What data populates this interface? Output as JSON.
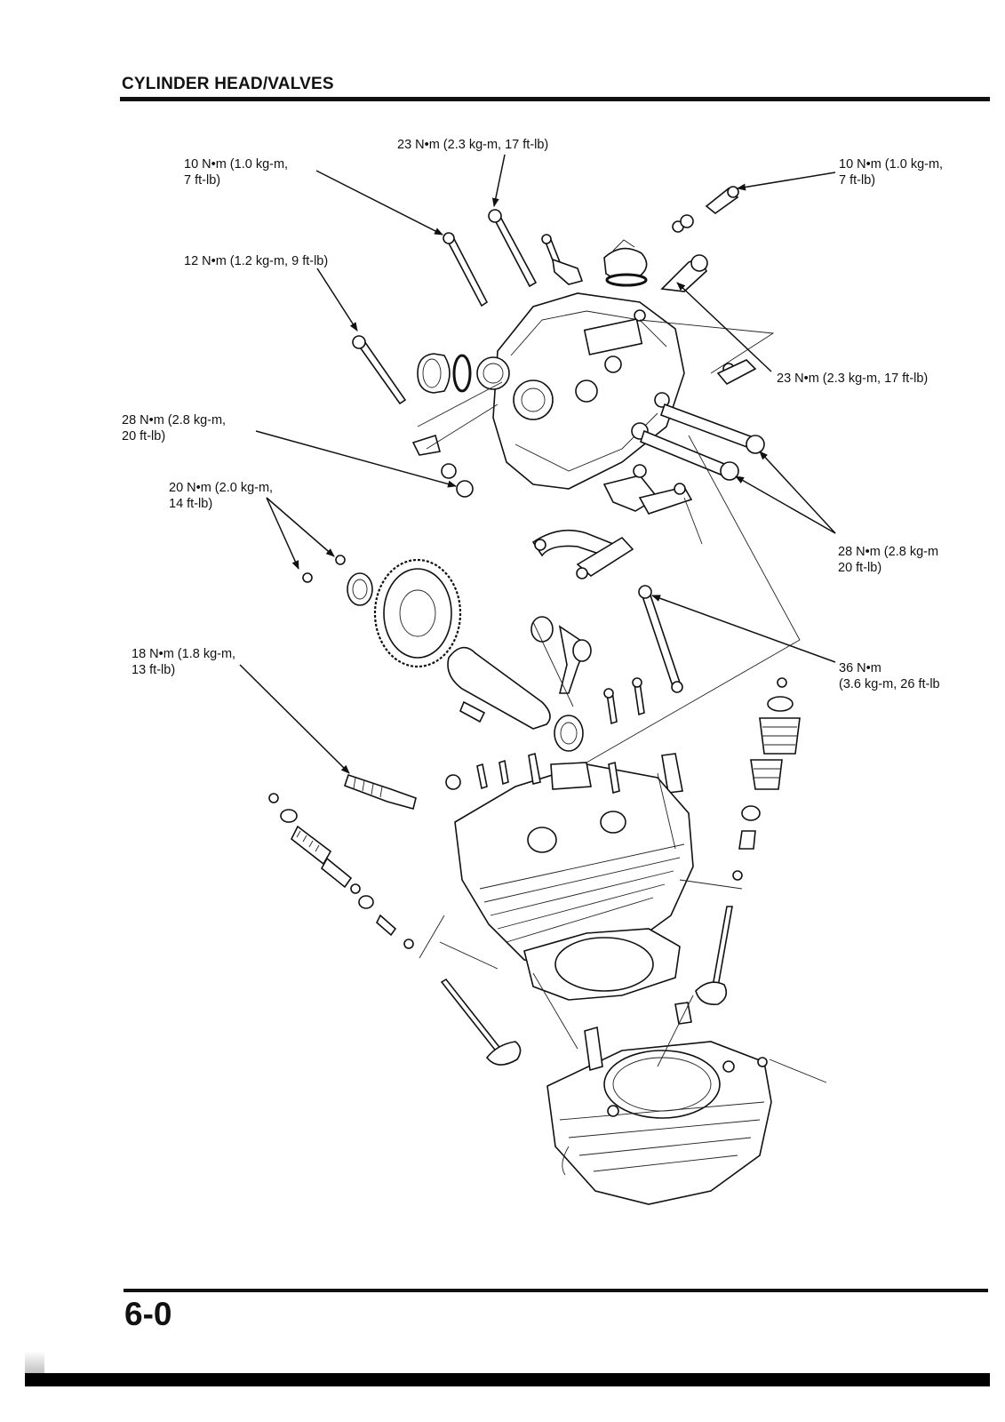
{
  "header": {
    "section_title": "CYLINDER HEAD/VALVES"
  },
  "callouts": {
    "c1": {
      "line1": "10 N•m (1.0 kg-m,",
      "line2": "7 ft-lb)"
    },
    "c2": {
      "line1": "23 N•m (2.3 kg-m, 17 ft-lb)"
    },
    "c3": {
      "line1": "10 N•m (1.0 kg-m,",
      "line2": "7 ft-lb)"
    },
    "c4": {
      "line1": "12 N•m (1.2 kg-m, 9 ft-lb)"
    },
    "c5": {
      "line1": "23 N•m (2.3 kg-m, 17 ft-lb)"
    },
    "c6": {
      "line1": "28 N•m (2.8 kg-m,",
      "line2": "20 ft-lb)"
    },
    "c7": {
      "line1": "20 N•m (2.0 kg-m,",
      "line2": "14 ft-lb)"
    },
    "c8": {
      "line1": "28 N•m (2.8 kg-m",
      "line2": "20 ft-lb)"
    },
    "c9": {
      "line1": "18 N•m (1.8 kg-m,",
      "line2": "13 ft-lb)"
    },
    "c10": {
      "line1": "36 N•m",
      "line2": "(3.6 kg-m, 26 ft-lb"
    }
  },
  "footer": {
    "page_number": "6-0"
  }
}
